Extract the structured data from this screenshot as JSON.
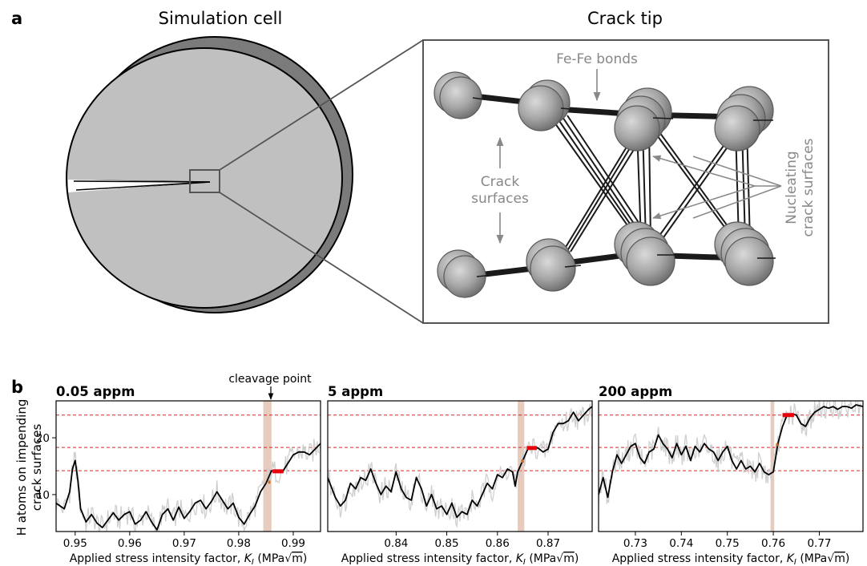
{
  "panel_a": {
    "label": "a",
    "simulation_title": "Simulation cell",
    "crack_tip_title": "Crack tip",
    "bonds_label": "Fe-Fe bonds",
    "crack_surfaces_label": [
      "Crack",
      "surfaces"
    ],
    "nucleating_label": [
      "Nucleating",
      "crack surfaces"
    ]
  },
  "panel_b": {
    "label": "b",
    "cleavage_label": "cleavage point",
    "ylabel": [
      "H atoms on impending",
      "crack surfaces"
    ]
  },
  "colors": {
    "trace": "#000000",
    "raw": "#cfcfcf",
    "band": "#ddb9a8",
    "ref_line": "#d62728",
    "step_red": "#e8000b",
    "step_orange": "#d2691e"
  },
  "chart_data": [
    {
      "type": "line",
      "title": "0.05 appm",
      "xlabel": "Applied stress intensity factor, K_I (MPa√m)",
      "xlabel_parts": [
        "Applied stress intensity factor, ",
        "K",
        "I",
        " (MPa",
        "√",
        "m",
        ")"
      ],
      "ylabel": "H atoms on impending crack surfaces",
      "xlim": [
        0.9465,
        0.995
      ],
      "ylim": [
        3.5,
        26.5
      ],
      "xticks": [
        0.95,
        0.96,
        0.97,
        0.98,
        0.99
      ],
      "xtick_labels": [
        "0.95",
        "0.96",
        "0.97",
        "0.98",
        "0.99"
      ],
      "yticks": [
        10,
        20
      ],
      "ytick_labels": [
        "10",
        "20"
      ],
      "cleavage_band": [
        0.9845,
        0.986
      ],
      "ref_lines": [
        14.2,
        18.3,
        24.0
      ],
      "steps": [
        {
          "x": [
            0.9854,
            0.9858
          ],
          "y": 12.2,
          "color": "orange"
        },
        {
          "x": [
            0.9862,
            0.9882
          ],
          "y": 14.1,
          "color": "red"
        }
      ],
      "series": [
        {
          "values": {
            "x": [
              0.9465,
              0.948,
              0.949,
              0.9495,
              0.95,
              0.9505,
              0.951,
              0.952,
              0.953,
              0.954,
              0.955,
              0.956,
              0.957,
              0.958,
              0.959,
              0.96,
              0.961,
              0.962,
              0.963,
              0.964,
              0.965,
              0.966,
              0.967,
              0.968,
              0.969,
              0.97,
              0.971,
              0.972,
              0.973,
              0.974,
              0.975,
              0.976,
              0.977,
              0.978,
              0.979,
              0.98,
              0.981,
              0.982,
              0.983,
              0.984,
              0.985,
              0.986,
              0.987,
              0.988,
              0.989,
              0.99,
              0.991,
              0.992,
              0.993,
              0.994,
              0.995
            ],
            "y": [
              8.5,
              7.5,
              10.5,
              14.5,
              16.0,
              12.5,
              7.5,
              5.2,
              6.5,
              5.0,
              4.2,
              5.5,
              6.8,
              5.5,
              6.5,
              7.0,
              4.8,
              5.5,
              7.0,
              5.2,
              3.8,
              6.5,
              7.5,
              5.5,
              7.8,
              5.8,
              7.0,
              8.5,
              9.0,
              7.5,
              8.8,
              10.5,
              9.0,
              7.5,
              8.5,
              6.0,
              4.8,
              6.5,
              8.0,
              10.5,
              12.0,
              14.2,
              14.0,
              14.0,
              15.5,
              17.0,
              17.5,
              17.5,
              17.0,
              18.0,
              19.0
            ]
          }
        }
      ]
    },
    {
      "type": "line",
      "title": "5 appm",
      "xlabel": "Applied stress intensity factor, K_I (MPa√m)",
      "xlabel_parts": [
        "Applied stress intensity factor, ",
        "K",
        "I",
        " (MPa",
        "√",
        "m",
        ")"
      ],
      "xlim": [
        0.8265,
        0.8787
      ],
      "ylim": [
        3.5,
        26.5
      ],
      "xticks": [
        0.84,
        0.85,
        0.86,
        0.87
      ],
      "xtick_labels": [
        "0.84",
        "0.85",
        "0.86",
        "0.87"
      ],
      "cleavage_band": [
        0.864,
        0.8653
      ],
      "ref_lines": [
        14.2,
        18.3,
        24.0
      ],
      "steps": [
        {
          "x": [
            0.8647,
            0.8652
          ],
          "y": 15.9,
          "color": "orange"
        },
        {
          "x": [
            0.8658,
            0.8678
          ],
          "y": 18.2,
          "color": "red"
        }
      ],
      "series": [
        {
          "values": {
            "x": [
              0.8265,
              0.828,
              0.829,
              0.83,
              0.831,
              0.832,
              0.833,
              0.834,
              0.835,
              0.836,
              0.837,
              0.838,
              0.839,
              0.84,
              0.841,
              0.842,
              0.843,
              0.844,
              0.845,
              0.846,
              0.847,
              0.848,
              0.849,
              0.85,
              0.851,
              0.852,
              0.853,
              0.854,
              0.855,
              0.856,
              0.857,
              0.858,
              0.859,
              0.86,
              0.861,
              0.862,
              0.863,
              0.8635,
              0.864,
              0.865,
              0.866,
              0.867,
              0.868,
              0.869,
              0.87,
              0.871,
              0.872,
              0.873,
              0.874,
              0.875,
              0.876,
              0.877,
              0.878,
              0.8787
            ],
            "y": [
              13.0,
              9.5,
              8.0,
              9.0,
              12.0,
              11.0,
              13.0,
              12.5,
              14.5,
              12.0,
              10.0,
              11.5,
              10.5,
              14.0,
              11.0,
              9.5,
              9.0,
              13.0,
              11.0,
              8.0,
              10.0,
              7.5,
              8.0,
              6.5,
              8.5,
              6.0,
              7.0,
              6.5,
              9.0,
              8.0,
              10.0,
              12.0,
              11.0,
              13.5,
              13.0,
              14.5,
              14.0,
              11.5,
              14.0,
              16.0,
              18.0,
              18.3,
              18.2,
              17.5,
              18.0,
              21.0,
              22.5,
              22.5,
              23.0,
              24.5,
              23.0,
              24.0,
              25.0,
              25.5
            ]
          }
        }
      ]
    },
    {
      "type": "line",
      "title": "200 appm",
      "xlabel": "Applied stress intensity factor, K_I (MPa√m)",
      "xlabel_parts": [
        "Applied stress intensity factor, ",
        "K",
        "I",
        " (MPa",
        "√",
        "m",
        ")"
      ],
      "xlim": [
        0.722,
        0.7795
      ],
      "ylim": [
        3.5,
        26.5
      ],
      "xticks": [
        0.73,
        0.74,
        0.75,
        0.76,
        0.77
      ],
      "xtick_labels": [
        "0.73",
        "0.74",
        "0.75",
        "0.76",
        "0.77"
      ],
      "cleavage_band": [
        0.7594,
        0.7602
      ],
      "ref_lines": [
        14.2,
        18.3,
        24.0
      ],
      "steps": [
        {
          "x": [
            0.7606,
            0.761
          ],
          "y": 18.8,
          "color": "orange"
        },
        {
          "x": [
            0.762,
            0.7645
          ],
          "y": 24.0,
          "color": "red"
        }
      ],
      "series": [
        {
          "values": {
            "x": [
              0.722,
              0.723,
              0.724,
              0.725,
              0.726,
              0.727,
              0.728,
              0.729,
              0.73,
              0.731,
              0.732,
              0.733,
              0.734,
              0.735,
              0.736,
              0.737,
              0.738,
              0.739,
              0.74,
              0.741,
              0.742,
              0.743,
              0.744,
              0.745,
              0.746,
              0.747,
              0.748,
              0.749,
              0.75,
              0.751,
              0.752,
              0.753,
              0.754,
              0.755,
              0.756,
              0.757,
              0.758,
              0.759,
              0.76,
              0.761,
              0.762,
              0.763,
              0.764,
              0.765,
              0.766,
              0.767,
              0.768,
              0.769,
              0.77,
              0.771,
              0.772,
              0.773,
              0.774,
              0.775,
              0.776,
              0.777,
              0.778,
              0.7795
            ],
            "y": [
              10.0,
              13.0,
              9.5,
              14.0,
              17.0,
              15.5,
              17.0,
              18.5,
              19.0,
              16.5,
              15.5,
              17.5,
              18.0,
              20.5,
              19.0,
              18.0,
              16.5,
              19.0,
              17.0,
              18.5,
              16.0,
              18.5,
              17.5,
              19.0,
              18.0,
              17.5,
              16.0,
              17.5,
              18.5,
              16.0,
              14.5,
              16.0,
              14.5,
              15.0,
              14.0,
              15.5,
              14.0,
              13.5,
              14.0,
              19.0,
              22.0,
              24.0,
              24.2,
              24.0,
              22.5,
              22.0,
              23.5,
              24.5,
              25.0,
              25.5,
              25.2,
              25.5,
              25.0,
              25.5,
              25.5,
              25.2,
              25.8,
              25.5
            ]
          }
        }
      ]
    }
  ]
}
